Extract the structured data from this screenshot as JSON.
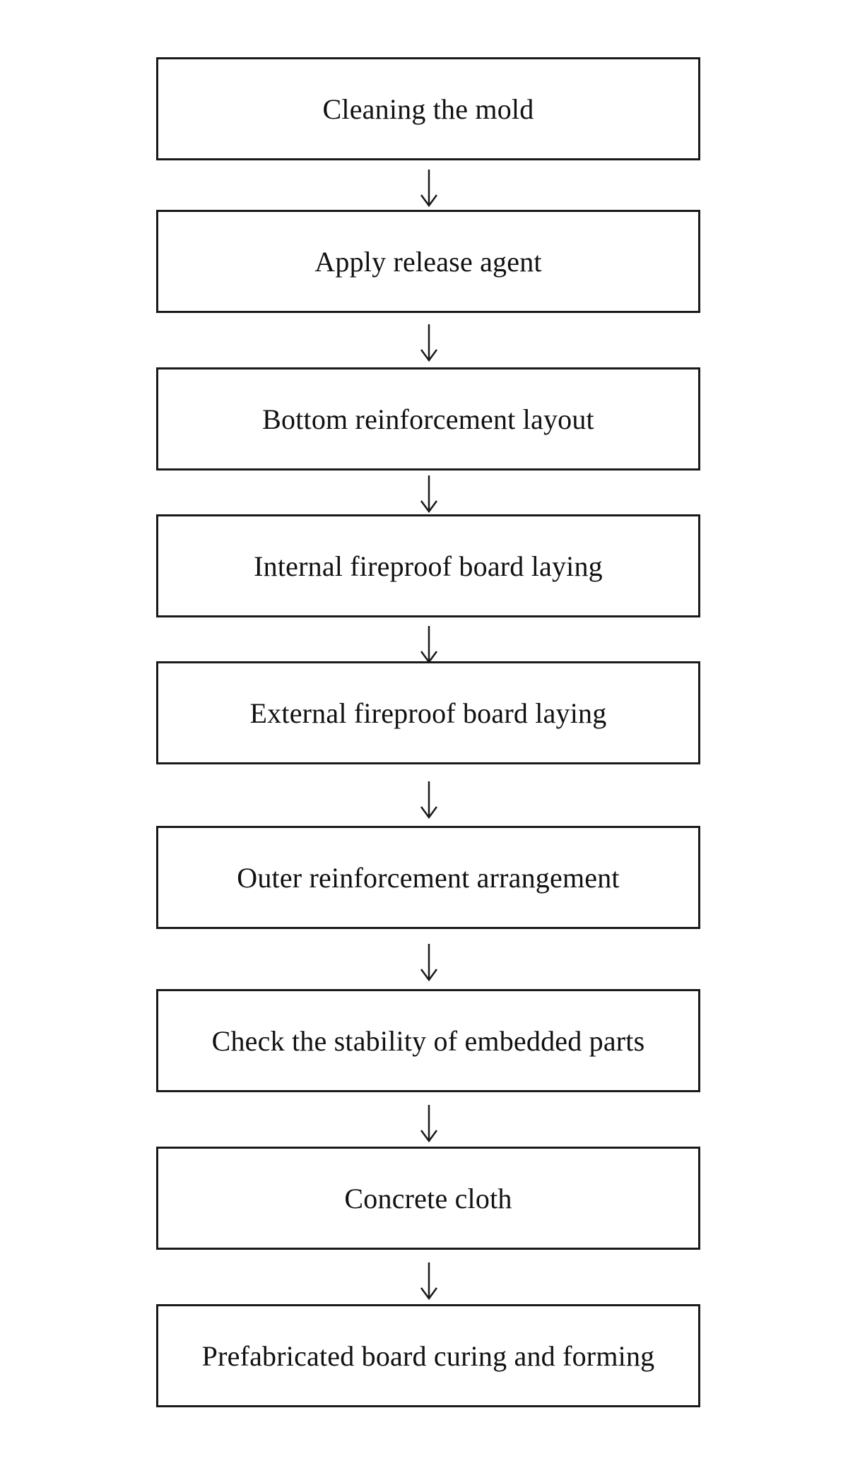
{
  "flowchart": {
    "steps": [
      {
        "label": "Cleaning the mold"
      },
      {
        "label": "Apply release agent"
      },
      {
        "label": "Bottom reinforcement layout"
      },
      {
        "label": "Internal fireproof board laying"
      },
      {
        "label": "External fireproof board laying"
      },
      {
        "label": "Outer reinforcement arrangement"
      },
      {
        "label": "Check the stability of embedded parts"
      },
      {
        "label": "Concrete cloth"
      },
      {
        "label": "Prefabricated board curing and forming"
      }
    ],
    "colors": {
      "border": "#1a1a1a",
      "text": "#111111",
      "background": "#ffffff"
    }
  }
}
